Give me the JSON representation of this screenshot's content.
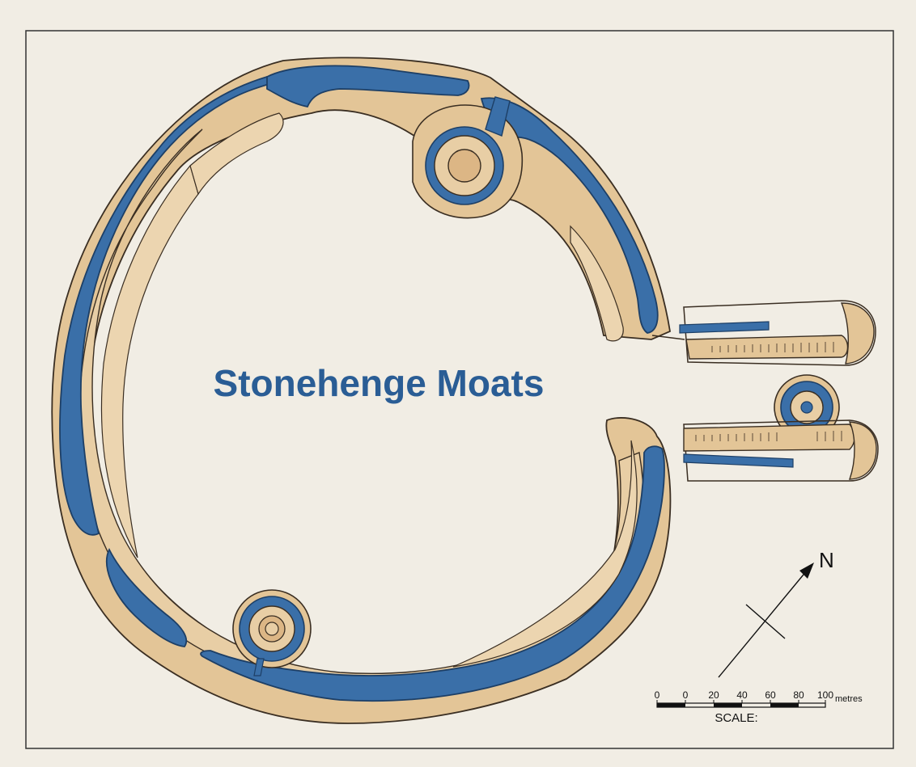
{
  "map": {
    "title": "Stonehenge Moats",
    "north_label": "N",
    "scale": {
      "ticks": [
        "0",
        "0",
        "20",
        "40",
        "60",
        "80",
        "100"
      ],
      "unit": "metres",
      "caption": "SCALE:"
    },
    "colors": {
      "background": "#f1ede4",
      "water": "#3a6fa8",
      "water_outline": "#1d3f66",
      "bank": "#e6c9a0",
      "bank_dark": "#d9b585",
      "outline": "#3a2e22",
      "title": "#2a5d95"
    }
  }
}
